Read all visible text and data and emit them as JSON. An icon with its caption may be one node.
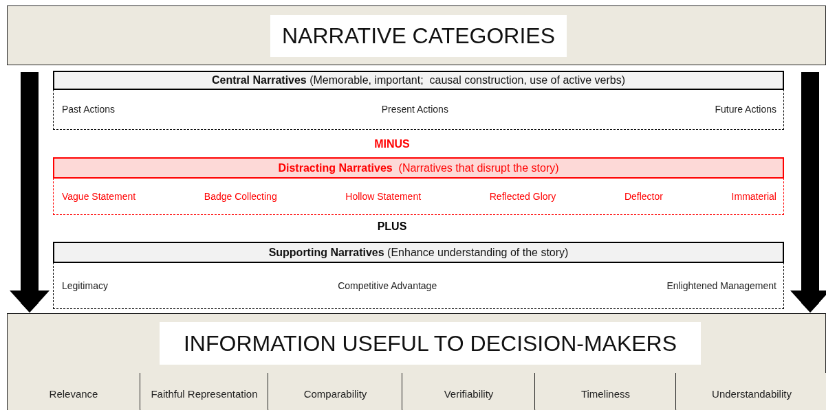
{
  "diagram": {
    "nodes": [
      {
        "text": [
          "NARRATIVE CATEGORIES"
        ]
      },
      {
        "text": [
          "**Central Narratives** (Memorable, important;  causal construction, use of active verbs)"
        ]
      },
      {
        "text": [
          "Past Actions",
          "Present Actions",
          "Future Actions"
        ]
      },
      {
        "text": [
          "**Distracting Narratives**  (Narratives that disrupt the story)"
        ]
      },
      {
        "text": [
          "Vague Statement",
          "Badge Collecting",
          "Hollow Statement",
          "Reflected Glory",
          "Deflector",
          "Immaterial"
        ]
      },
      {
        "text": [
          "**Supporting Narratives** (Enhance understanding of the story)"
        ]
      },
      {
        "text": [
          "Legitimacy",
          "Competitive Advantage",
          "Enlightened Management"
        ]
      },
      {
        "text": [
          "INFORMATION USEFUL TO DECISION-MAKERS"
        ]
      },
      {
        "text": [
          "Relevance"
        ],
        "in": 7
      },
      {
        "text": [
          "Faithful Representation"
        ],
        "in": 7
      },
      {
        "text": [
          "Comparability"
        ],
        "in": 7
      },
      {
        "text": [
          "Verifiability"
        ],
        "in": 7
      },
      {
        "text": [
          "Timeliness"
        ],
        "in": 7
      },
      {
        "text": [
          "Understandability"
        ],
        "in": 7
      }
    ],
    "edges": [
      {
        "from": 0,
        "to": 7,
        "arrow": "to"
      },
      {
        "from": 0,
        "to": 7,
        "arrow": "to"
      }
    ],
    "labels": [
      "MINUS",
      "PLUS"
    ]
  }
}
